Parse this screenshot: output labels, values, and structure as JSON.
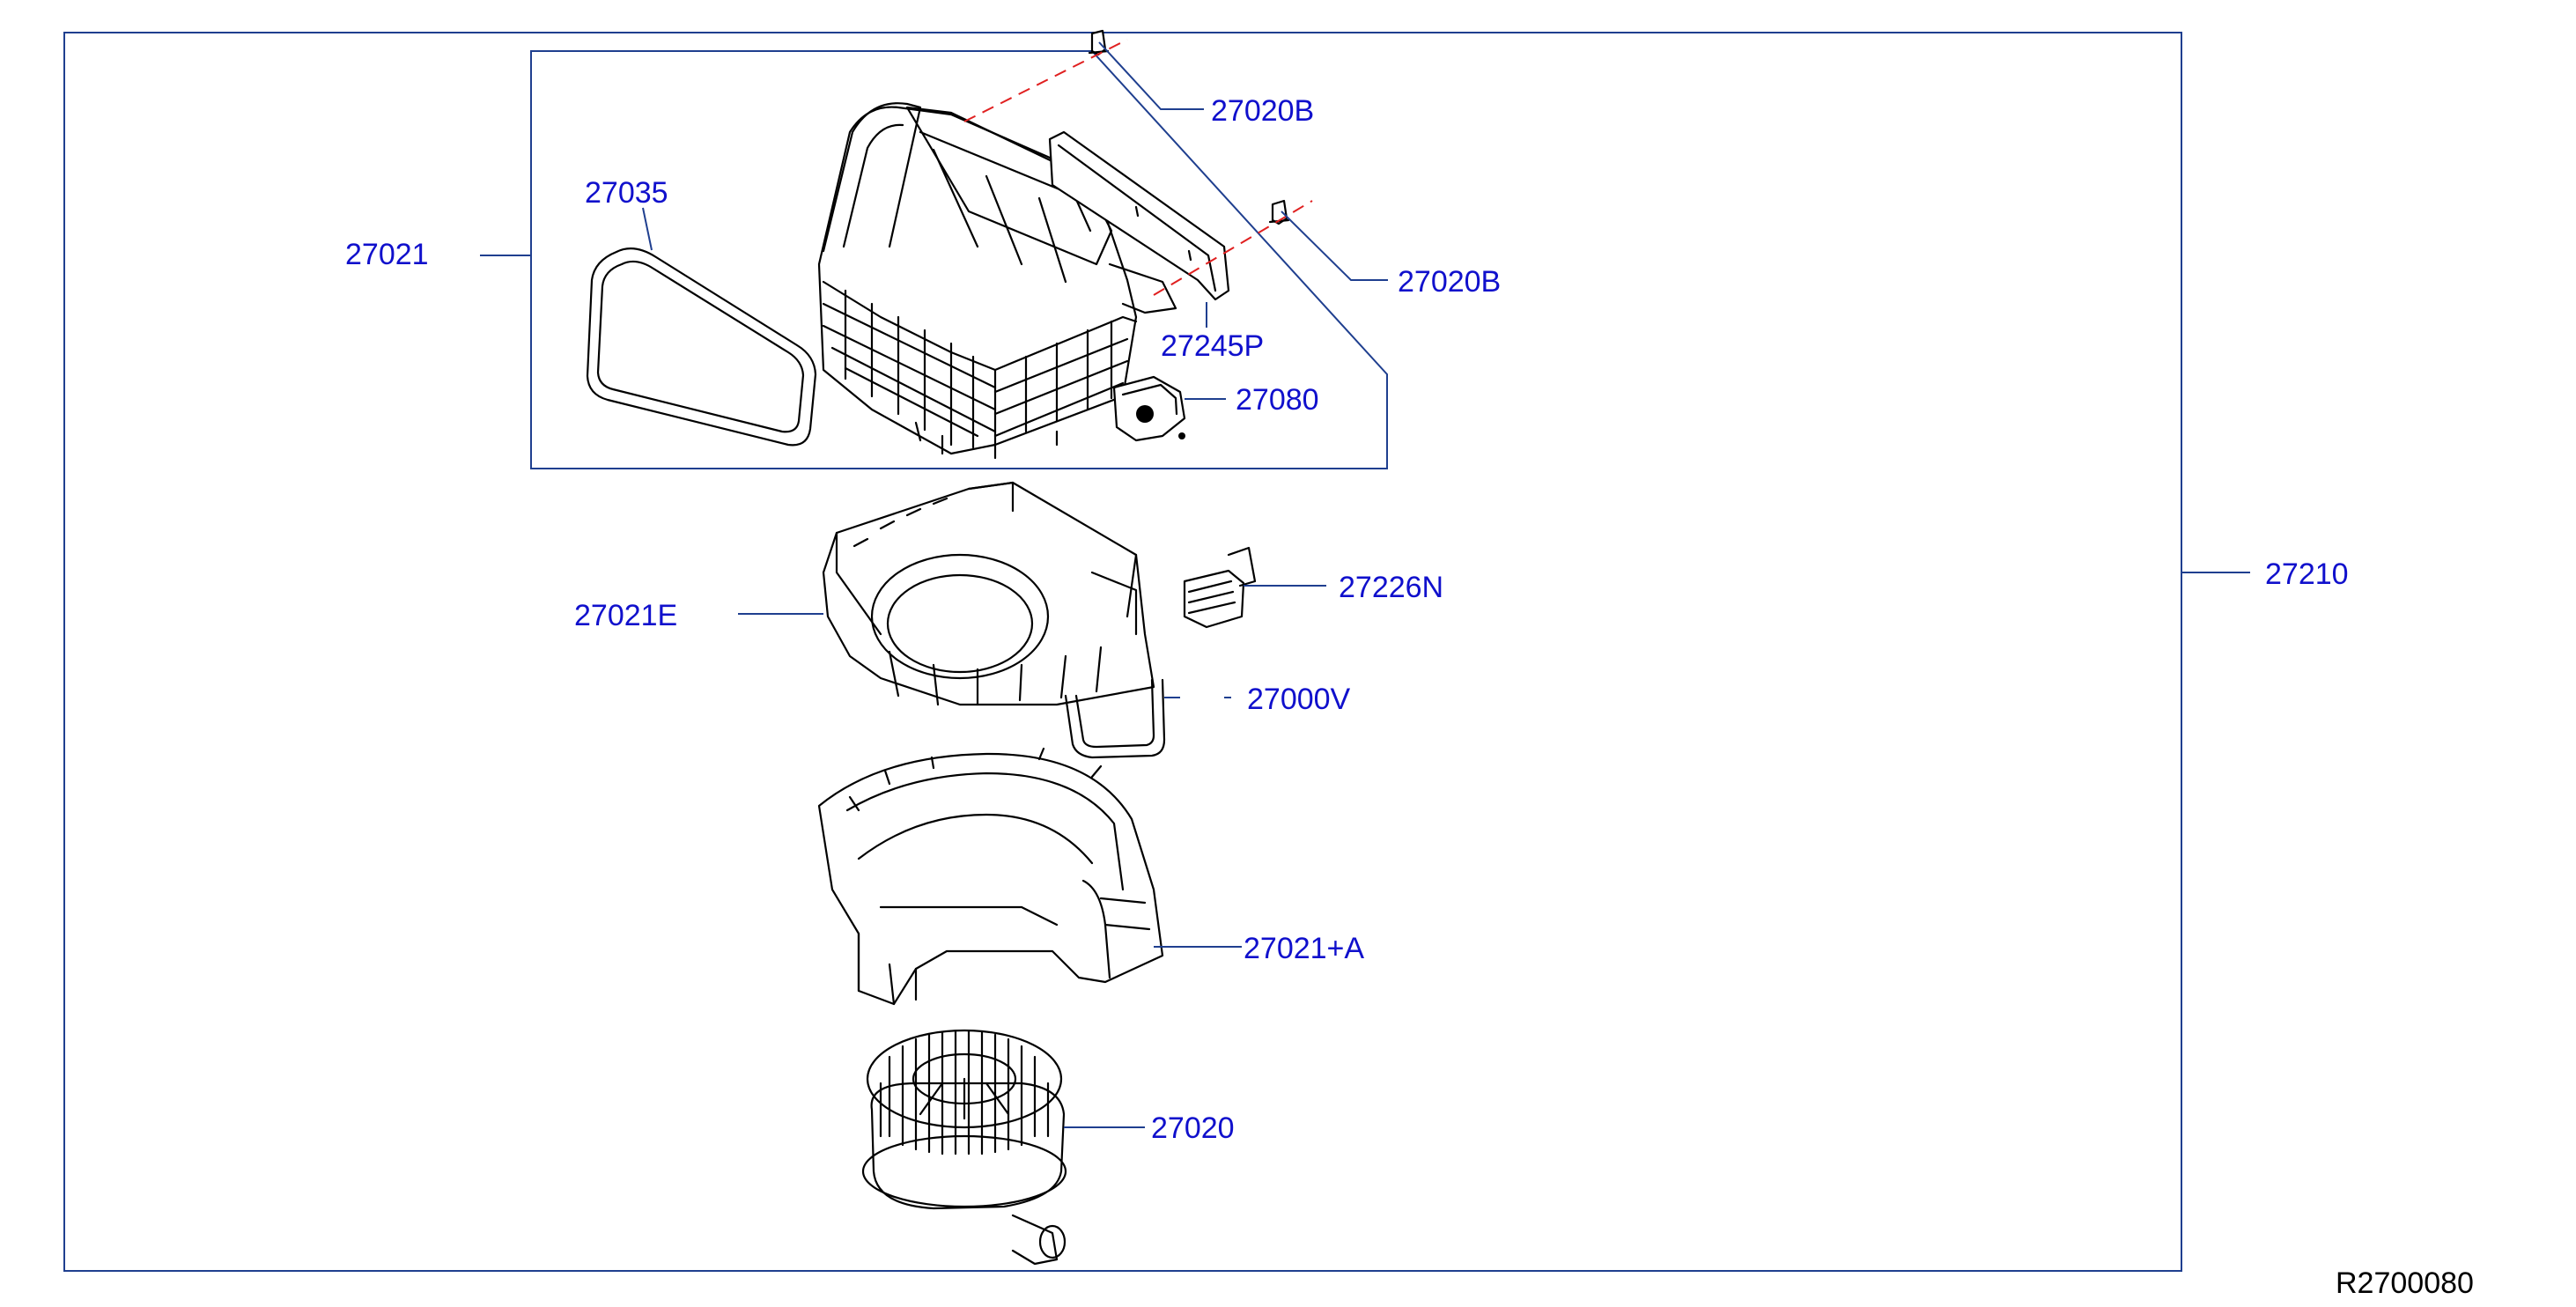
{
  "colors": {
    "frame": "#1f3f8f",
    "label": "#1010cc",
    "leader": "#1f3f8f",
    "dashed": "#e02020",
    "ink": "#000000",
    "background": "#ffffff"
  },
  "labels": {
    "l27020B_top": "27020B",
    "l27035": "27035",
    "l27021": "27021",
    "l27020B_right": "27020B",
    "l27245P": "27245P",
    "l27080": "27080",
    "l27226N": "27226N",
    "l27021E": "27021E",
    "l27021A": "27021+A",
    "l27020": "27020",
    "l27210": "27210",
    "l27000V": "27000V"
  },
  "reference_code": "R2700080",
  "parts": [
    {
      "name": "intake-housing-assembly",
      "icon": "intake-housing-icon"
    },
    {
      "name": "seal-gasket",
      "icon": "gasket-icon"
    },
    {
      "name": "intake-door-motor",
      "icon": "actuator-icon"
    },
    {
      "name": "bracket",
      "icon": "bracket-icon"
    },
    {
      "name": "clip",
      "icon": "clip-icon"
    },
    {
      "name": "upper-blower-case",
      "icon": "blower-case-icon"
    },
    {
      "name": "resistor",
      "icon": "resistor-icon"
    },
    {
      "name": "lower-scroll-case",
      "icon": "scroll-case-icon"
    },
    {
      "name": "blower-motor-fan",
      "icon": "fan-motor-icon"
    }
  ]
}
